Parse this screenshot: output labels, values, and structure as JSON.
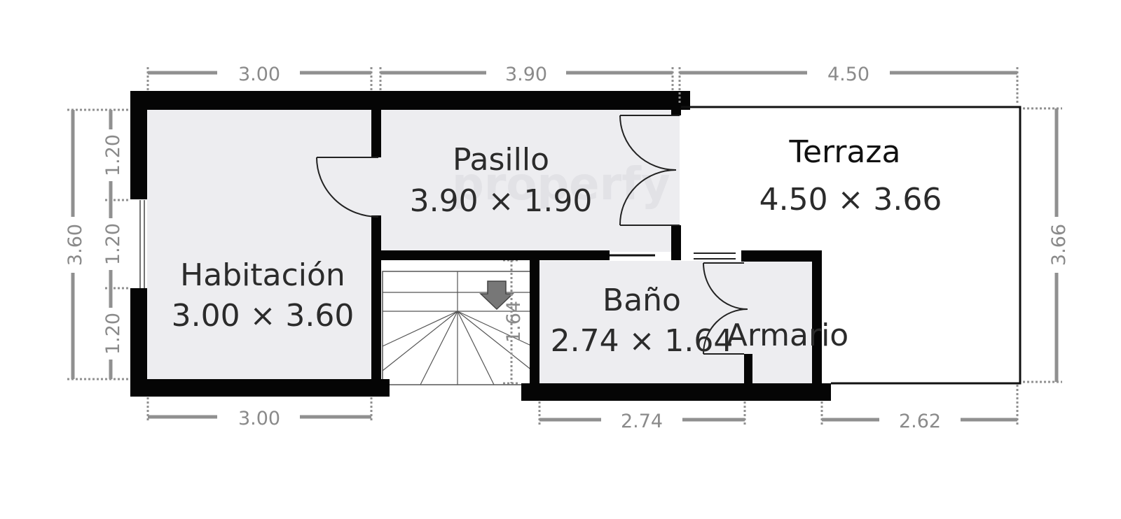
{
  "watermark": "properfy",
  "rooms": {
    "habitacion": {
      "name": "Habitación",
      "size": "3.00 × 3.60"
    },
    "pasillo": {
      "name": "Pasillo",
      "size": "3.90 × 1.90"
    },
    "terraza": {
      "name": "Terraza",
      "size": "4.50 × 3.66"
    },
    "bano": {
      "name": "Baño",
      "size": "2.74 × 1.64"
    },
    "armario": {
      "name": "Armario"
    }
  },
  "dimensions": {
    "top_habitacion": "3.00",
    "top_pasillo": "3.90",
    "top_terraza": "4.50",
    "bottom_habitacion": "3.00",
    "bottom_bano": "2.74",
    "bottom_terraza": "2.62",
    "left_total": "3.60",
    "left_segment_1": "1.20",
    "left_segment_2": "1.20",
    "left_segment_3": "1.20",
    "right_terraza": "3.66",
    "stair": "1.64"
  }
}
